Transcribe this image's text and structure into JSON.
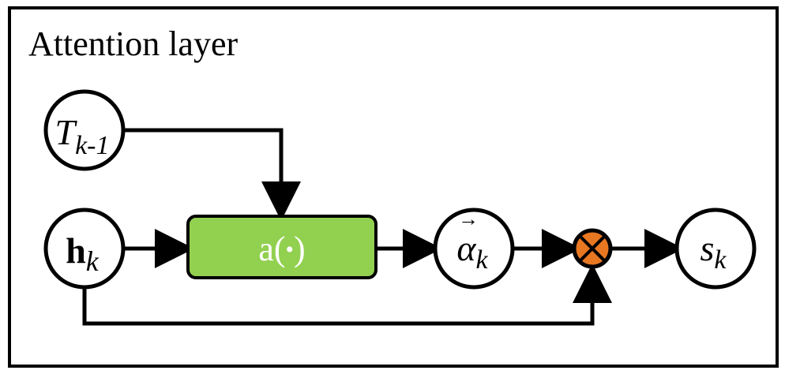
{
  "title": "Attention layer",
  "nodes": {
    "t_prev": {
      "base": "T",
      "sub": "k-1"
    },
    "h": {
      "base": "h",
      "sub": "k"
    },
    "func": {
      "label": "a(",
      "dot": "•",
      "close": ")"
    },
    "alpha": {
      "base": "α",
      "arrow": "→",
      "sub": "k"
    },
    "multiply": {
      "symbol": "⊗"
    },
    "s": {
      "base": "s",
      "sub": "k"
    }
  },
  "colors": {
    "func_fill": "#92d050",
    "multiply_fill": "#e87722",
    "stroke": "#000000",
    "func_text": "#ffffff"
  }
}
